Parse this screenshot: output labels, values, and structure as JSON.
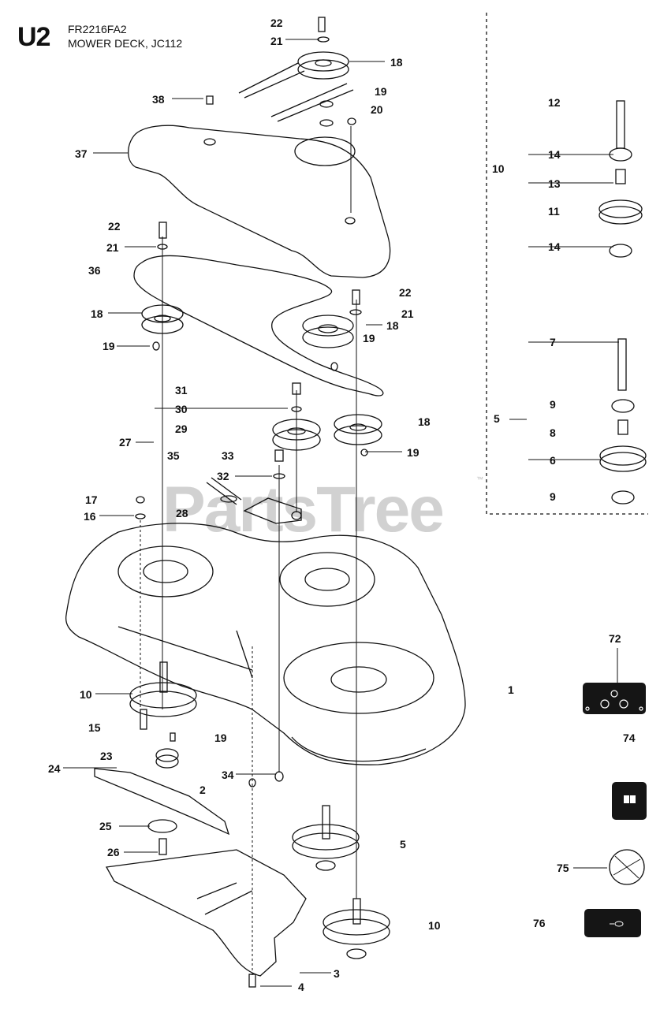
{
  "header": {
    "section_code": "U2",
    "model": "FR2216FA2",
    "title": "MOWER DECK, JC112"
  },
  "watermark": {
    "text": "PartsTree",
    "trademark": "™"
  },
  "colors": {
    "line": "#111111",
    "watermark": "#c9c9c9",
    "icon_bg": "#151515"
  },
  "callouts": [
    "22",
    "21",
    "18",
    "19",
    "20",
    "38",
    "37",
    "22",
    "21",
    "36",
    "18",
    "19",
    "22",
    "21",
    "18",
    "19",
    "31",
    "30",
    "29",
    "18",
    "27",
    "35",
    "33",
    "32",
    "19",
    "17",
    "16",
    "28",
    "10",
    "15",
    "19",
    "23",
    "24",
    "2",
    "34",
    "25",
    "26",
    "5",
    "10",
    "3",
    "4",
    "12",
    "14",
    "10",
    "13",
    "11",
    "14",
    "7",
    "5",
    "9",
    "8",
    "6",
    "9",
    "72",
    "1",
    "74",
    "75",
    "76"
  ],
  "accessory_icons": [
    "decal-icon",
    "manual-icon",
    "warning-decal-icon",
    "key-icon"
  ]
}
